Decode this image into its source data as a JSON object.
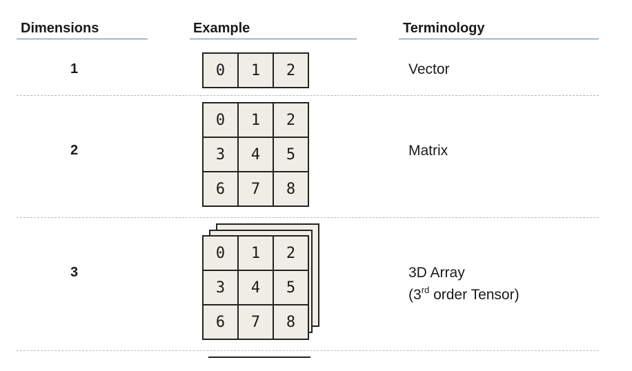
{
  "headers": {
    "dimensions": "Dimensions",
    "example": "Example",
    "terminology": "Terminology"
  },
  "rows": [
    {
      "dim": "1",
      "term_line1": "Vector",
      "term_line2": "",
      "cells": [
        "0",
        "1",
        "2"
      ]
    },
    {
      "dim": "2",
      "term_line1": "Matrix",
      "term_line2": "",
      "cells": [
        [
          "0",
          "1",
          "2"
        ],
        [
          "3",
          "4",
          "5"
        ],
        [
          "6",
          "7",
          "8"
        ]
      ]
    },
    {
      "dim": "3",
      "term_line1": "3D Array",
      "term_prefix": "(3",
      "term_sup": "rd",
      "term_suffix": " order Tensor)",
      "cells": [
        [
          "0",
          "1",
          "2"
        ],
        [
          "3",
          "4",
          "5"
        ],
        [
          "6",
          "7",
          "8"
        ]
      ]
    }
  ]
}
